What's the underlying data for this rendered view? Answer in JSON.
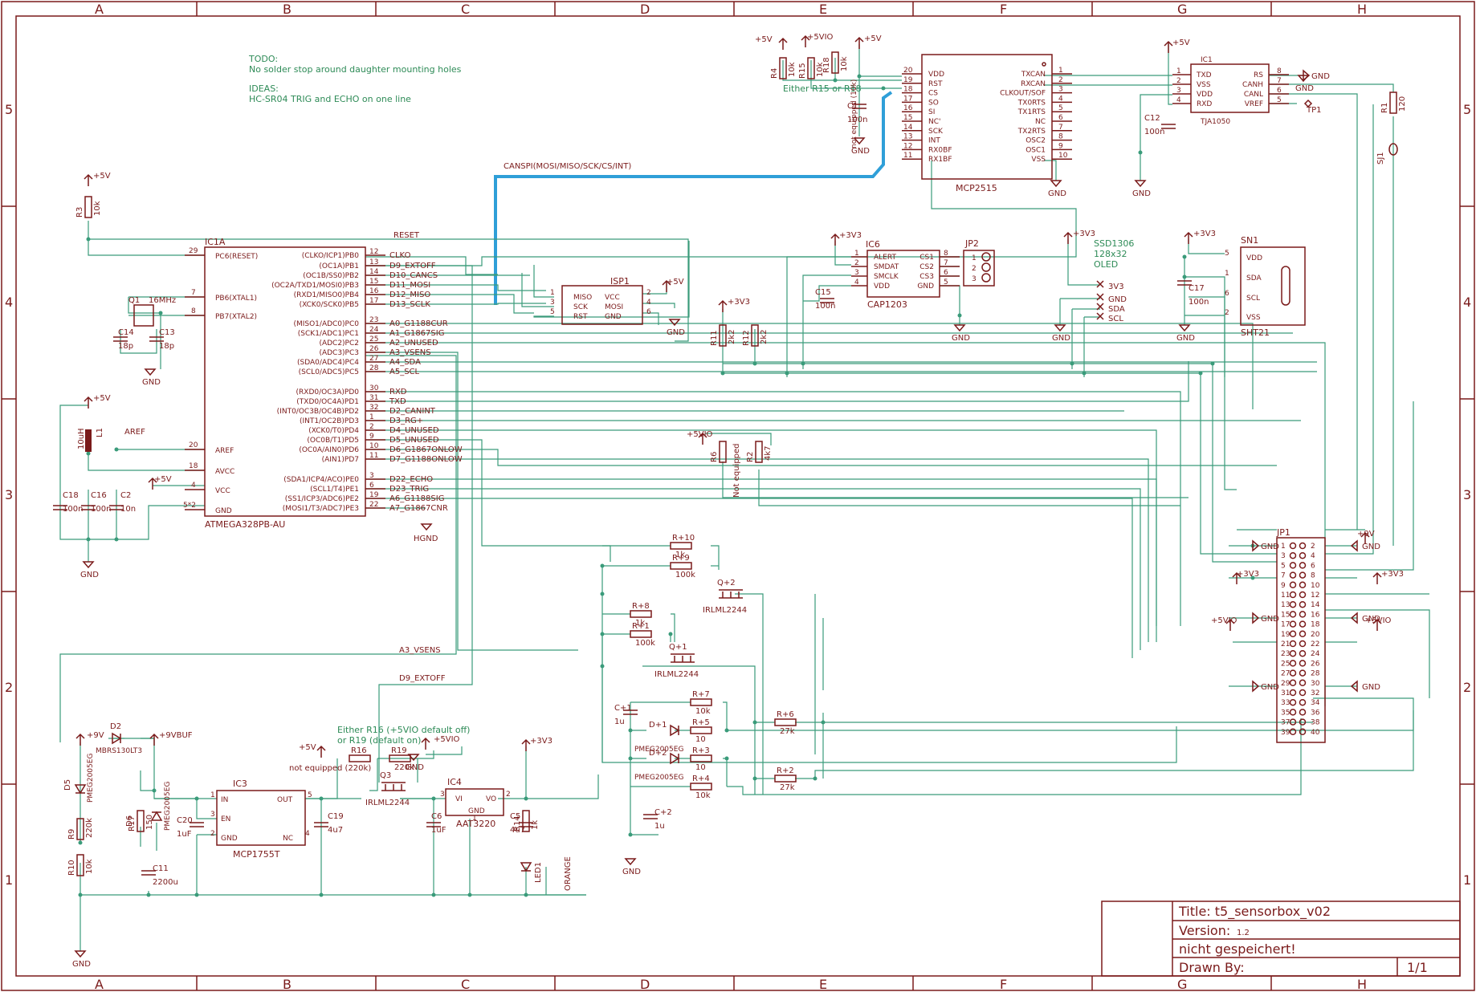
{
  "frame": {
    "columns": [
      "A",
      "B",
      "C",
      "D",
      "E",
      "F",
      "G",
      "H"
    ],
    "rows": [
      "5",
      "4",
      "3",
      "2",
      "1"
    ]
  },
  "title_block": {
    "title": "Title: t5_sensorbox_v02",
    "version_label": "Version:",
    "version_value": "1.2",
    "status": "nicht gespeichert!",
    "drawn_by": "Drawn By:",
    "sheet": "1/1"
  },
  "notes": {
    "todo_head": "TODO:",
    "todo_line": "No solder stop around daughter mounting holes",
    "ideas_head": "IDEAS:",
    "ideas_line": "HC-SR04 TRIG and ECHO on one line",
    "either_r15": "Either R15 or R18",
    "either_r16": "Either R16 (+5VIO default off)",
    "either_r16b": "or R19 (default on)",
    "not_equipped": "not equipped (10k)",
    "not_equipped2": "not equipped (220k)",
    "not_equipped3": "Not equipped",
    "oled": [
      "SSD1306",
      "128x32",
      "OLED"
    ]
  },
  "bus": {
    "label": "CANSPI(MOSI/MISO/SCK/CS/INT)"
  },
  "mcu": {
    "ref": "IC1A",
    "part": "ATMEGA328PB-AU",
    "left_pins": [
      {
        "name": "PC6(RESET)",
        "num": "29"
      },
      {
        "name": "PB6(XTAL1)",
        "num": "7"
      },
      {
        "name": "PB7(XTAL2)",
        "num": "8"
      },
      {
        "name": "AREF",
        "num": "20"
      },
      {
        "name": "AVCC",
        "num": "18"
      },
      {
        "name": "VCC",
        "num": "4"
      },
      {
        "name": "GND",
        "num": "5*2"
      }
    ],
    "right_pins": [
      {
        "name": "(CLKO/ICP1)PB0",
        "num": "12",
        "net": "CLKO"
      },
      {
        "name": "(OC1A)PB1",
        "num": "13",
        "net": "D9_EXTOFF"
      },
      {
        "name": "(OC1B/SS0)PB2",
        "num": "14",
        "net": "D10_CANCS"
      },
      {
        "name": "(OC2A/TXD1/MOSI0)PB3",
        "num": "15",
        "net": "D11_MOSI"
      },
      {
        "name": "(RXD1/MISO0)PB4",
        "num": "16",
        "net": "D12_MISO"
      },
      {
        "name": "(XCK0/SCK0)PB5",
        "num": "17",
        "net": "D13_SCLK"
      },
      {
        "name": "(MISO1/ADC0)PC0",
        "num": "23",
        "net": "A0_G1188CUR"
      },
      {
        "name": "(SCK1/ADC1)PC1",
        "num": "24",
        "net": "A1_G1867SIG"
      },
      {
        "name": "(ADC2)PC2",
        "num": "25",
        "net": "A2_UNUSED"
      },
      {
        "name": "(ADC3)PC3",
        "num": "26",
        "net": "A3_VSENS"
      },
      {
        "name": "(SDA0/ADC4)PC4",
        "num": "27",
        "net": "A4_SDA"
      },
      {
        "name": "(SCL0/ADC5)PC5",
        "num": "28",
        "net": "A5_SCL"
      },
      {
        "name": "(RXD0/OC3A)PD0",
        "num": "30",
        "net": "RXD"
      },
      {
        "name": "(TXD0/OC4A)PD1",
        "num": "31",
        "net": "TXD"
      },
      {
        "name": "(INT0/OC3B/OC4B)PD2",
        "num": "32",
        "net": "D2_CANINT"
      },
      {
        "name": "(INT1/OC2B)PD3",
        "num": "1",
        "net": "D3_RG+"
      },
      {
        "name": "(XCK0/T0)PD4",
        "num": "2",
        "net": "D4_UNUSED"
      },
      {
        "name": "(OC0B/T1)PD5",
        "num": "9",
        "net": "D5_UNUSED"
      },
      {
        "name": "(OC0A/AIN0)PD6",
        "num": "10",
        "net": "D6_G1867ONLOW"
      },
      {
        "name": "(AIN1)PD7",
        "num": "11",
        "net": "D7_G1188ONLOW"
      },
      {
        "name": "(SDA1/ICP4/ACO)PE0",
        "num": "3",
        "net": "D22_ECHO"
      },
      {
        "name": "(SCL1/T4)PE1",
        "num": "6",
        "net": "D23_TRIG"
      },
      {
        "name": "(SS1/ICP3/ADC6)PE2",
        "num": "19",
        "net": "A6_G1188SIG"
      },
      {
        "name": "(MOSI1/T3/ADC7)PE3",
        "num": "22",
        "net": "A7_G1867CNR"
      }
    ],
    "reset_net": "RESET"
  },
  "mcp2515": {
    "ref": "MCP2515",
    "left_pins": [
      {
        "name": "VDD",
        "num": "20"
      },
      {
        "name": "RST",
        "num": "19"
      },
      {
        "name": "CS",
        "num": "18"
      },
      {
        "name": "SO",
        "num": "17"
      },
      {
        "name": "SI",
        "num": "16"
      },
      {
        "name": "NC'",
        "num": "15"
      },
      {
        "name": "SCK",
        "num": "14"
      },
      {
        "name": "INT",
        "num": "13"
      },
      {
        "name": "RX0BF",
        "num": "12"
      },
      {
        "name": "RX1BF",
        "num": "11"
      }
    ],
    "right_pins": [
      {
        "name": "TXCAN",
        "num": "1"
      },
      {
        "name": "RXCAN",
        "num": "2"
      },
      {
        "name": "CLKOUT/SOF",
        "num": "3"
      },
      {
        "name": "TX0RTS",
        "num": "4"
      },
      {
        "name": "TX1RTS",
        "num": "5"
      },
      {
        "name": "NC",
        "num": "6"
      },
      {
        "name": "TX2RTS",
        "num": "7"
      },
      {
        "name": "OSC2",
        "num": "8"
      },
      {
        "name": "OSC1",
        "num": "9"
      },
      {
        "name": "VSS",
        "num": "10"
      }
    ]
  },
  "tja": {
    "ref": "IC1",
    "part": "TJA1050",
    "left_pins": [
      {
        "name": "TXD",
        "num": "1"
      },
      {
        "name": "VSS",
        "num": "2"
      },
      {
        "name": "VDD",
        "num": "3"
      },
      {
        "name": "RXD",
        "num": "4"
      }
    ],
    "right_pins": [
      {
        "name": "RS",
        "num": "8"
      },
      {
        "name": "CANH",
        "num": "7"
      },
      {
        "name": "CANL",
        "num": "6"
      },
      {
        "name": "VREF",
        "num": "5"
      }
    ]
  },
  "isp": {
    "ref": "ISP1",
    "pins": [
      {
        "name": "MISO",
        "num": "1"
      },
      {
        "name": "SCK",
        "num": "3"
      },
      {
        "name": "RST",
        "num": "5"
      },
      {
        "name": "VCC",
        "num": "2"
      },
      {
        "name": "MOSI",
        "num": "4"
      },
      {
        "name": "GND",
        "num": "6"
      }
    ]
  },
  "cap1203": {
    "ref": "IC6",
    "part": "CAP1203",
    "left_pins": [
      {
        "name": "ALERT",
        "num": "1"
      },
      {
        "name": "SMDAT",
        "num": "2"
      },
      {
        "name": "SMCLK",
        "num": "3"
      },
      {
        "name": "VDD",
        "num": "4"
      }
    ],
    "right_pins": [
      {
        "name": "CS1",
        "num": "8"
      },
      {
        "name": "CS2",
        "num": "7"
      },
      {
        "name": "CS3",
        "num": "6"
      },
      {
        "name": "GND",
        "num": "5"
      }
    ]
  },
  "sht21": {
    "ref": "SN1",
    "part": "SHT21",
    "pins": [
      {
        "name": "VDD",
        "num": "5"
      },
      {
        "name": "SDA",
        "num": "1"
      },
      {
        "name": "SCL",
        "num": "6"
      },
      {
        "name": "VSS",
        "num": "2"
      }
    ]
  },
  "mcp1755": {
    "ref": "IC3",
    "part": "MCP1755T",
    "pins": [
      {
        "name": "IN",
        "num": "1"
      },
      {
        "name": "EN",
        "num": "3"
      },
      {
        "name": "GND",
        "num": "2"
      },
      {
        "name": "OUT",
        "num": "5"
      },
      {
        "name": "NC",
        "num": "4"
      }
    ]
  },
  "aat3220": {
    "ref": "IC4",
    "part": "AAT3220",
    "pins": [
      {
        "name": "VI",
        "num": "3"
      },
      {
        "name": "VO",
        "num": "2"
      },
      {
        "name": "GND",
        "num": "1"
      }
    ]
  },
  "jp1": {
    "ref": "JP1",
    "left_nums": [
      "1",
      "3",
      "5",
      "7",
      "9",
      "11",
      "13",
      "15",
      "17",
      "19",
      "21",
      "23",
      "25",
      "27",
      "29",
      "31",
      "33",
      "35",
      "37",
      "39"
    ],
    "right_nums": [
      "2",
      "4",
      "6",
      "8",
      "10",
      "12",
      "14",
      "16",
      "18",
      "20",
      "22",
      "24",
      "26",
      "28",
      "30",
      "32",
      "34",
      "36",
      "38",
      "40"
    ]
  },
  "oled_pins": [
    "3V3",
    "GND",
    "SDA",
    "SCL"
  ],
  "jp2": {
    "ref": "JP2",
    "nums": [
      "1",
      "2",
      "3"
    ]
  },
  "components": {
    "R4": [
      "R4",
      "10k"
    ],
    "R15": [
      "R15",
      "10k"
    ],
    "R18": [
      "R18",
      "10k"
    ],
    "R3": [
      "R3",
      "10k"
    ],
    "R1": [
      "R1",
      "120"
    ],
    "SJ1": [
      "SJ1"
    ],
    "TP1": [
      "TP1"
    ],
    "R11": [
      "R11",
      "2k2"
    ],
    "R12": [
      "R12",
      "2k2"
    ],
    "R6": [
      "R6"
    ],
    "R2": [
      "R2",
      "4k7"
    ],
    "R10p": [
      "R+10",
      "1k"
    ],
    "R9p": [
      "R+9",
      "100k"
    ],
    "R8p": [
      "R+8",
      "1k"
    ],
    "R1p": [
      "R+1",
      "100k"
    ],
    "R7p": [
      "R+7",
      "10k"
    ],
    "R5p": [
      "R+5",
      "10"
    ],
    "R3p": [
      "R+3",
      "10"
    ],
    "R4p": [
      "R+4",
      "10k"
    ],
    "R6p": [
      "R+6",
      "27k"
    ],
    "R2p": [
      "R+2",
      "27k"
    ],
    "R16": [
      "R16"
    ],
    "R19": [
      "R19",
      "220k"
    ],
    "R17": [
      "R17",
      "150"
    ],
    "R9": [
      "R9",
      "220k"
    ],
    "R10": [
      "R10",
      "10k"
    ],
    "R14": [
      "R14",
      "1k"
    ],
    "Q1": [
      "Q1",
      "16MHz"
    ],
    "Q2": [
      "Q+2",
      "IRLML2244"
    ],
    "Q1p": [
      "Q+1",
      "IRLML2244"
    ],
    "Q3": [
      "Q3",
      "IRLML2244"
    ],
    "L1": [
      "L1",
      "10uH"
    ],
    "C1": [
      "C1",
      "100n"
    ],
    "C12": [
      "C12",
      "100n"
    ],
    "C14": [
      "C14",
      "18p"
    ],
    "C13": [
      "C13",
      "18p"
    ],
    "C18": [
      "C18",
      "100n"
    ],
    "C16": [
      "C16",
      "100n"
    ],
    "C2": [
      "C2",
      "10n"
    ],
    "C15": [
      "C15",
      "100n"
    ],
    "C17": [
      "C17",
      "100n"
    ],
    "C1p": [
      "C+1",
      "1u"
    ],
    "C2p": [
      "C+2",
      "1u"
    ],
    "C20": [
      "C20",
      "1uF"
    ],
    "C11": [
      "C11",
      "2200u"
    ],
    "C19": [
      "C19",
      "4u7"
    ],
    "C6": [
      "C6",
      "1uF"
    ],
    "C5": [
      "C5",
      "4u7"
    ],
    "D2": [
      "D2",
      "MBRS130LT3"
    ],
    "D5": [
      "D5",
      "PMEG2005EG"
    ],
    "D6": [
      "D6",
      "PMEG2005EG"
    ],
    "D1p": [
      "D+1",
      "PMEG2005EG"
    ],
    "D2p": [
      "D+2",
      "PMEG2005EG"
    ],
    "LED1": [
      "LED1",
      "ORANGE"
    ],
    "AREF": "AREF"
  },
  "power": {
    "p5v": "+5V",
    "p5vio": "+5VIO",
    "p3v3": "+3V3",
    "gnd": "GND",
    "hgnd": "HGND",
    "p9v": "+9V",
    "p9vbuf": "+9VBUF"
  },
  "colors": {
    "frame": "#7a1a1a",
    "wire": "#3a9b7a",
    "bus": "#2f9fd8",
    "note": "#2e8b57"
  }
}
